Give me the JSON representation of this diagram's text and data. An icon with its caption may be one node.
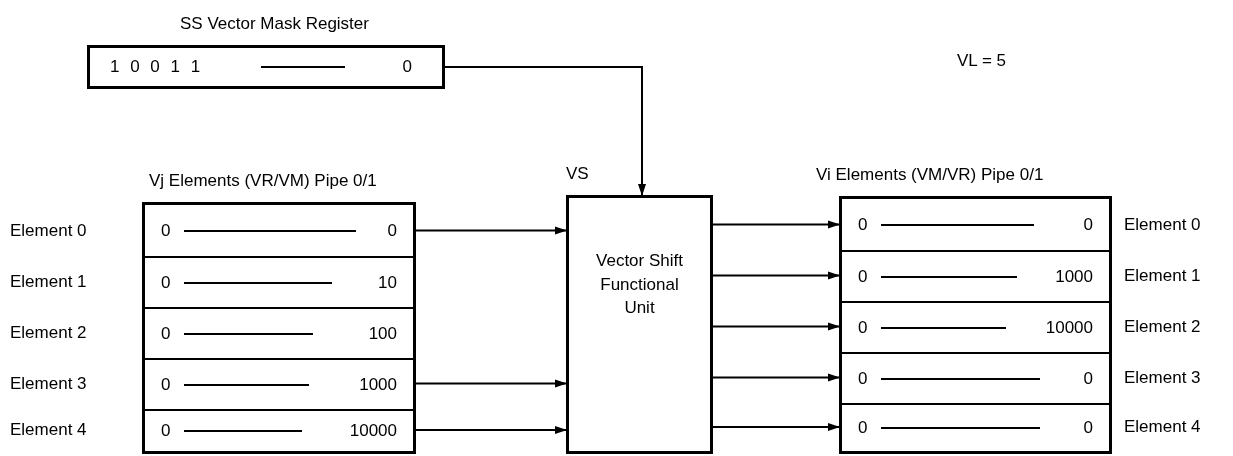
{
  "diagram": {
    "nodes": [
      {
        "text": [
          "SS Vector Mask Register",
          "1 0 0 1 1",
          "0"
        ]
      },
      {
        "text": [
          "Vj Elements (VR/VM) Pipe 0/1"
        ]
      },
      {
        "text": [
          "0",
          "0"
        ],
        "in": 1,
        "beside": [
          "Element 0"
        ]
      },
      {
        "text": [
          "0",
          "10"
        ],
        "in": 1,
        "beside": [
          "Element 1"
        ]
      },
      {
        "text": [
          "0",
          "100"
        ],
        "in": 1,
        "beside": [
          "Element 2"
        ]
      },
      {
        "text": [
          "0",
          "1000"
        ],
        "in": 1,
        "beside": [
          "Element 3"
        ]
      },
      {
        "text": [
          "0",
          "10000"
        ],
        "in": 1,
        "beside": [
          "Element 4"
        ]
      },
      {
        "text": [
          "VS",
          "Vector Shift Functional Unit"
        ]
      },
      {
        "text": [
          "Vi Elements (VM/VR) Pipe 0/1"
        ]
      },
      {
        "text": [
          "0",
          "0"
        ],
        "in": 8,
        "beside": [
          "Element 0"
        ]
      },
      {
        "text": [
          "0",
          "1000"
        ],
        "in": 8,
        "beside": [
          "Element 1"
        ]
      },
      {
        "text": [
          "0",
          "10000"
        ],
        "in": 8,
        "beside": [
          "Element 2"
        ]
      },
      {
        "text": [
          "0",
          "0"
        ],
        "in": 8,
        "beside": [
          "Element 3"
        ]
      },
      {
        "text": [
          "0",
          "0"
        ],
        "in": 8,
        "beside": [
          "Element 4"
        ]
      }
    ],
    "edges": [
      {
        "from": 0,
        "to": 7,
        "arrow": "to"
      },
      {
        "from": 2,
        "to": 7,
        "arrow": "to"
      },
      {
        "from": 5,
        "to": 7,
        "arrow": "to"
      },
      {
        "from": 6,
        "to": 7,
        "arrow": "to"
      },
      {
        "from": 7,
        "to": 9,
        "arrow": "to"
      },
      {
        "from": 7,
        "to": 10,
        "arrow": "to"
      },
      {
        "from": 7,
        "to": 11,
        "arrow": "to"
      },
      {
        "from": 7,
        "to": 12,
        "arrow": "to"
      },
      {
        "from": 7,
        "to": 13,
        "arrow": "to"
      }
    ],
    "labels": [
      "VL = 5"
    ]
  }
}
